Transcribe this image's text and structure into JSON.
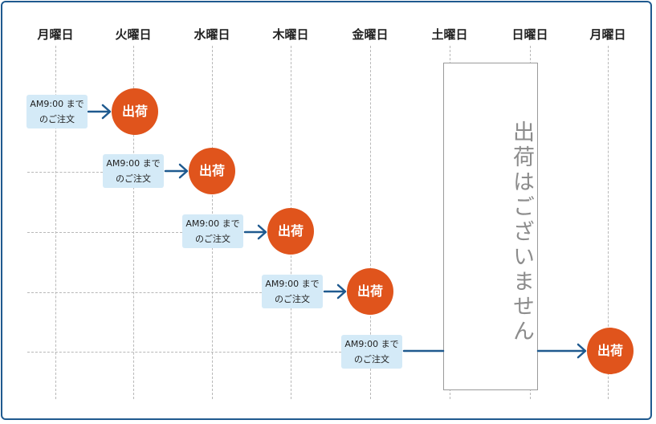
{
  "days": [
    "月曜日",
    "火曜日",
    "水曜日",
    "木曜日",
    "金曜日",
    "土曜日",
    "日曜日",
    "月曜日"
  ],
  "order_box": {
    "line1": "AM9:00 まで",
    "line2": "のご注文"
  },
  "ship_label": "出荷",
  "no_ship_text": "出荷はございません",
  "colors": {
    "frame": "#1f5a8f",
    "ship_circle": "#e0541c",
    "order_box_bg": "#d4eaf7",
    "arrow": "#1f5a8f"
  }
}
